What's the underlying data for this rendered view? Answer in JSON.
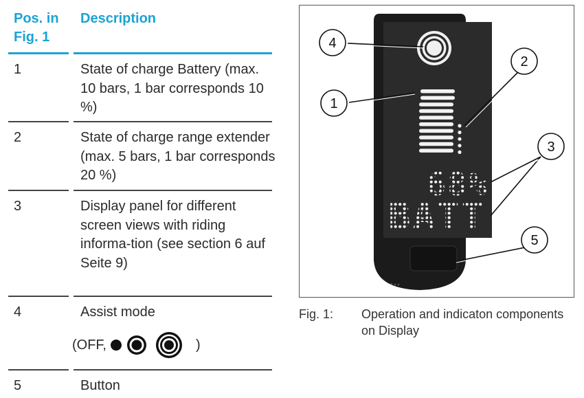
{
  "table": {
    "header_pos": "Pos. in Fig. 1",
    "header_desc": "Description",
    "rows": [
      {
        "pos": "1",
        "desc": "State of charge Battery (max. 10 bars, 1 bar corresponds 10 %)"
      },
      {
        "pos": "2",
        "desc": "State of charge range extender (max. 5 bars, 1 bar corresponds 20 %)"
      },
      {
        "pos": "3",
        "desc": "Display panel for different screen views with riding informa-tion (see section 6 auf Seite 9)"
      },
      {
        "pos": "4",
        "desc": "Assist mode"
      },
      {
        "pos": "5",
        "desc": "Button"
      }
    ],
    "assist_modes": {
      "open": "(OFF,",
      "close": ")",
      "modes": [
        "OFF",
        "filled-dot-icon",
        "single-ring-icon",
        "double-ring-icon"
      ]
    }
  },
  "figure": {
    "display_percent": "68%",
    "display_label": "BATT",
    "callouts": [
      "1",
      "2",
      "3",
      "4",
      "5"
    ],
    "battery_bars": 10,
    "range_extender_bars": 5,
    "caption_label": "Fig. 1:",
    "caption_text": "Operation and indicaton components on Display"
  }
}
